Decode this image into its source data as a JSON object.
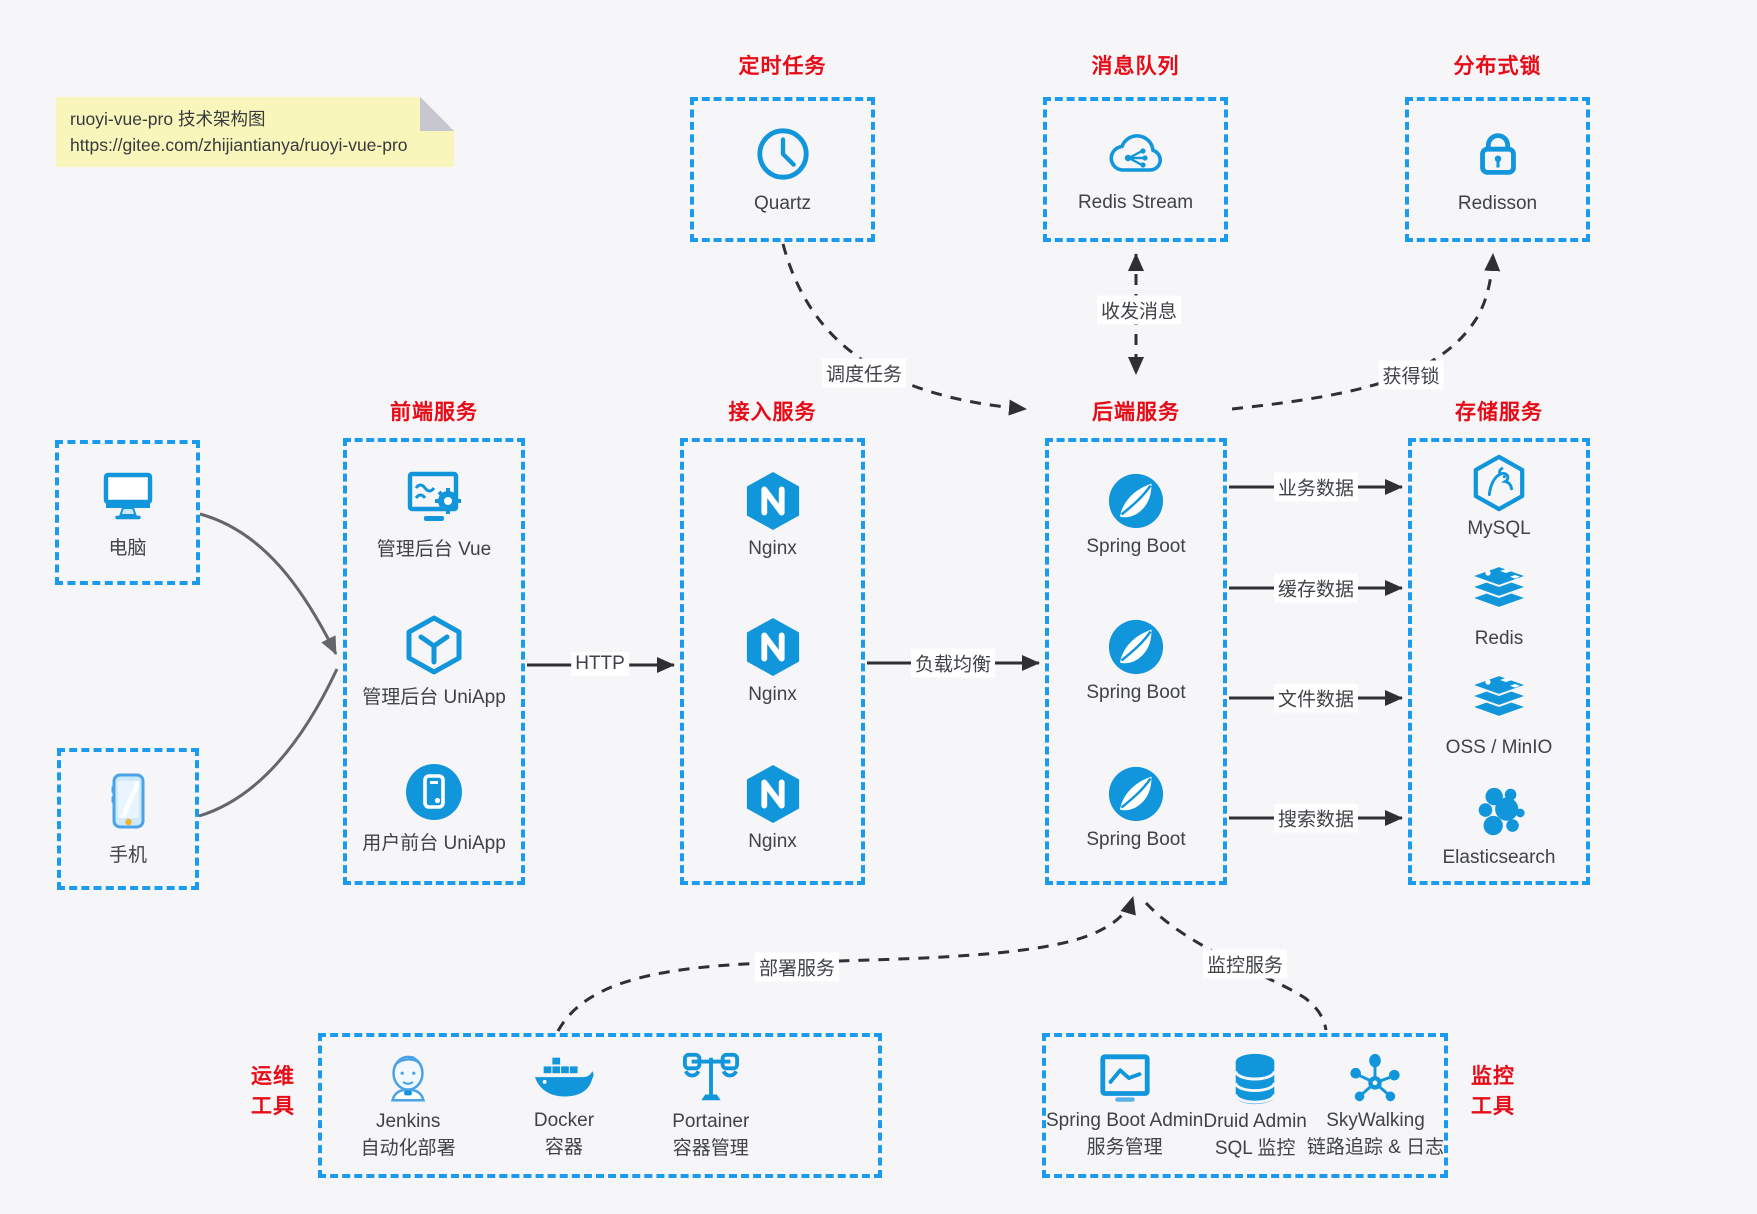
{
  "note": {
    "line1": "ruoyi-vue-pro 技术架构图",
    "line2": "https://gitee.com/zhijiantianya/ruoyi-vue-pro"
  },
  "top_groups": [
    {
      "title": "定时任务",
      "item": {
        "label": "Quartz",
        "icon": "clock-icon"
      }
    },
    {
      "title": "消息队列",
      "item": {
        "label": "Redis Stream",
        "icon": "cloud-stream-icon"
      }
    },
    {
      "title": "分布式锁",
      "item": {
        "label": "Redisson",
        "icon": "lock-icon"
      }
    }
  ],
  "clients": [
    {
      "label": "电脑",
      "icon": "desktop-icon"
    },
    {
      "label": "手机",
      "icon": "phone-icon"
    }
  ],
  "columns": [
    {
      "title": "前端服务",
      "items": [
        {
          "label": "管理后台 Vue",
          "icon": "admin-vue-icon"
        },
        {
          "label": "管理后台 UniApp",
          "icon": "uniapp-cube-icon"
        },
        {
          "label": "用户前台 UniApp",
          "icon": "uniapp-circle-icon"
        }
      ]
    },
    {
      "title": "接入服务",
      "items": [
        {
          "label": "Nginx",
          "icon": "nginx-icon"
        },
        {
          "label": "Nginx",
          "icon": "nginx-icon"
        },
        {
          "label": "Nginx",
          "icon": "nginx-icon"
        }
      ]
    },
    {
      "title": "后端服务",
      "items": [
        {
          "label": "Spring Boot",
          "icon": "spring-boot-icon"
        },
        {
          "label": "Spring Boot",
          "icon": "spring-boot-icon"
        },
        {
          "label": "Spring Boot",
          "icon": "spring-boot-icon"
        }
      ]
    },
    {
      "title": "存储服务",
      "items": [
        {
          "label": "MySQL",
          "icon": "mysql-icon"
        },
        {
          "label": "Redis",
          "icon": "redis-stack-icon"
        },
        {
          "label": "OSS / MinIO",
          "icon": "oss-stack-icon"
        },
        {
          "label": "Elasticsearch",
          "icon": "elasticsearch-icon"
        }
      ]
    }
  ],
  "bottom_groups": [
    {
      "title_top": "运维",
      "title_bottom": "工具",
      "items": [
        {
          "name": "Jenkins",
          "desc": "自动化部署",
          "icon": "jenkins-icon"
        },
        {
          "name": "Docker",
          "desc": "容器",
          "icon": "docker-icon"
        },
        {
          "name": "Portainer",
          "desc": "容器管理",
          "icon": "portainer-icon"
        }
      ]
    },
    {
      "title_top": "监控",
      "title_bottom": "工具",
      "items": [
        {
          "name": "Spring Boot Admin",
          "desc": "服务管理",
          "icon": "monitor-chart-icon"
        },
        {
          "name": "Druid Admin",
          "desc": "SQL 监控",
          "icon": "database-icon"
        },
        {
          "name": "SkyWalking",
          "desc": "链路追踪 & 日志",
          "icon": "topology-icon"
        }
      ]
    }
  ],
  "edges": {
    "http": "HTTP",
    "load_balance": "负载均衡",
    "business_data": "业务数据",
    "cache_data": "缓存数据",
    "file_data": "文件数据",
    "search_data": "搜索数据",
    "schedule_task": "调度任务",
    "send_receive_msg": "收发消息",
    "acquire_lock": "获得锁",
    "deploy_service": "部署服务",
    "monitor_service": "监控服务"
  },
  "colors": {
    "accent_blue": "#1296db",
    "border_blue": "#1b9bef",
    "title_red": "#e60b17",
    "arrow_dark": "#2f3033",
    "arrow_gray": "#63666a",
    "note_yellow": "#f9f6bb"
  }
}
